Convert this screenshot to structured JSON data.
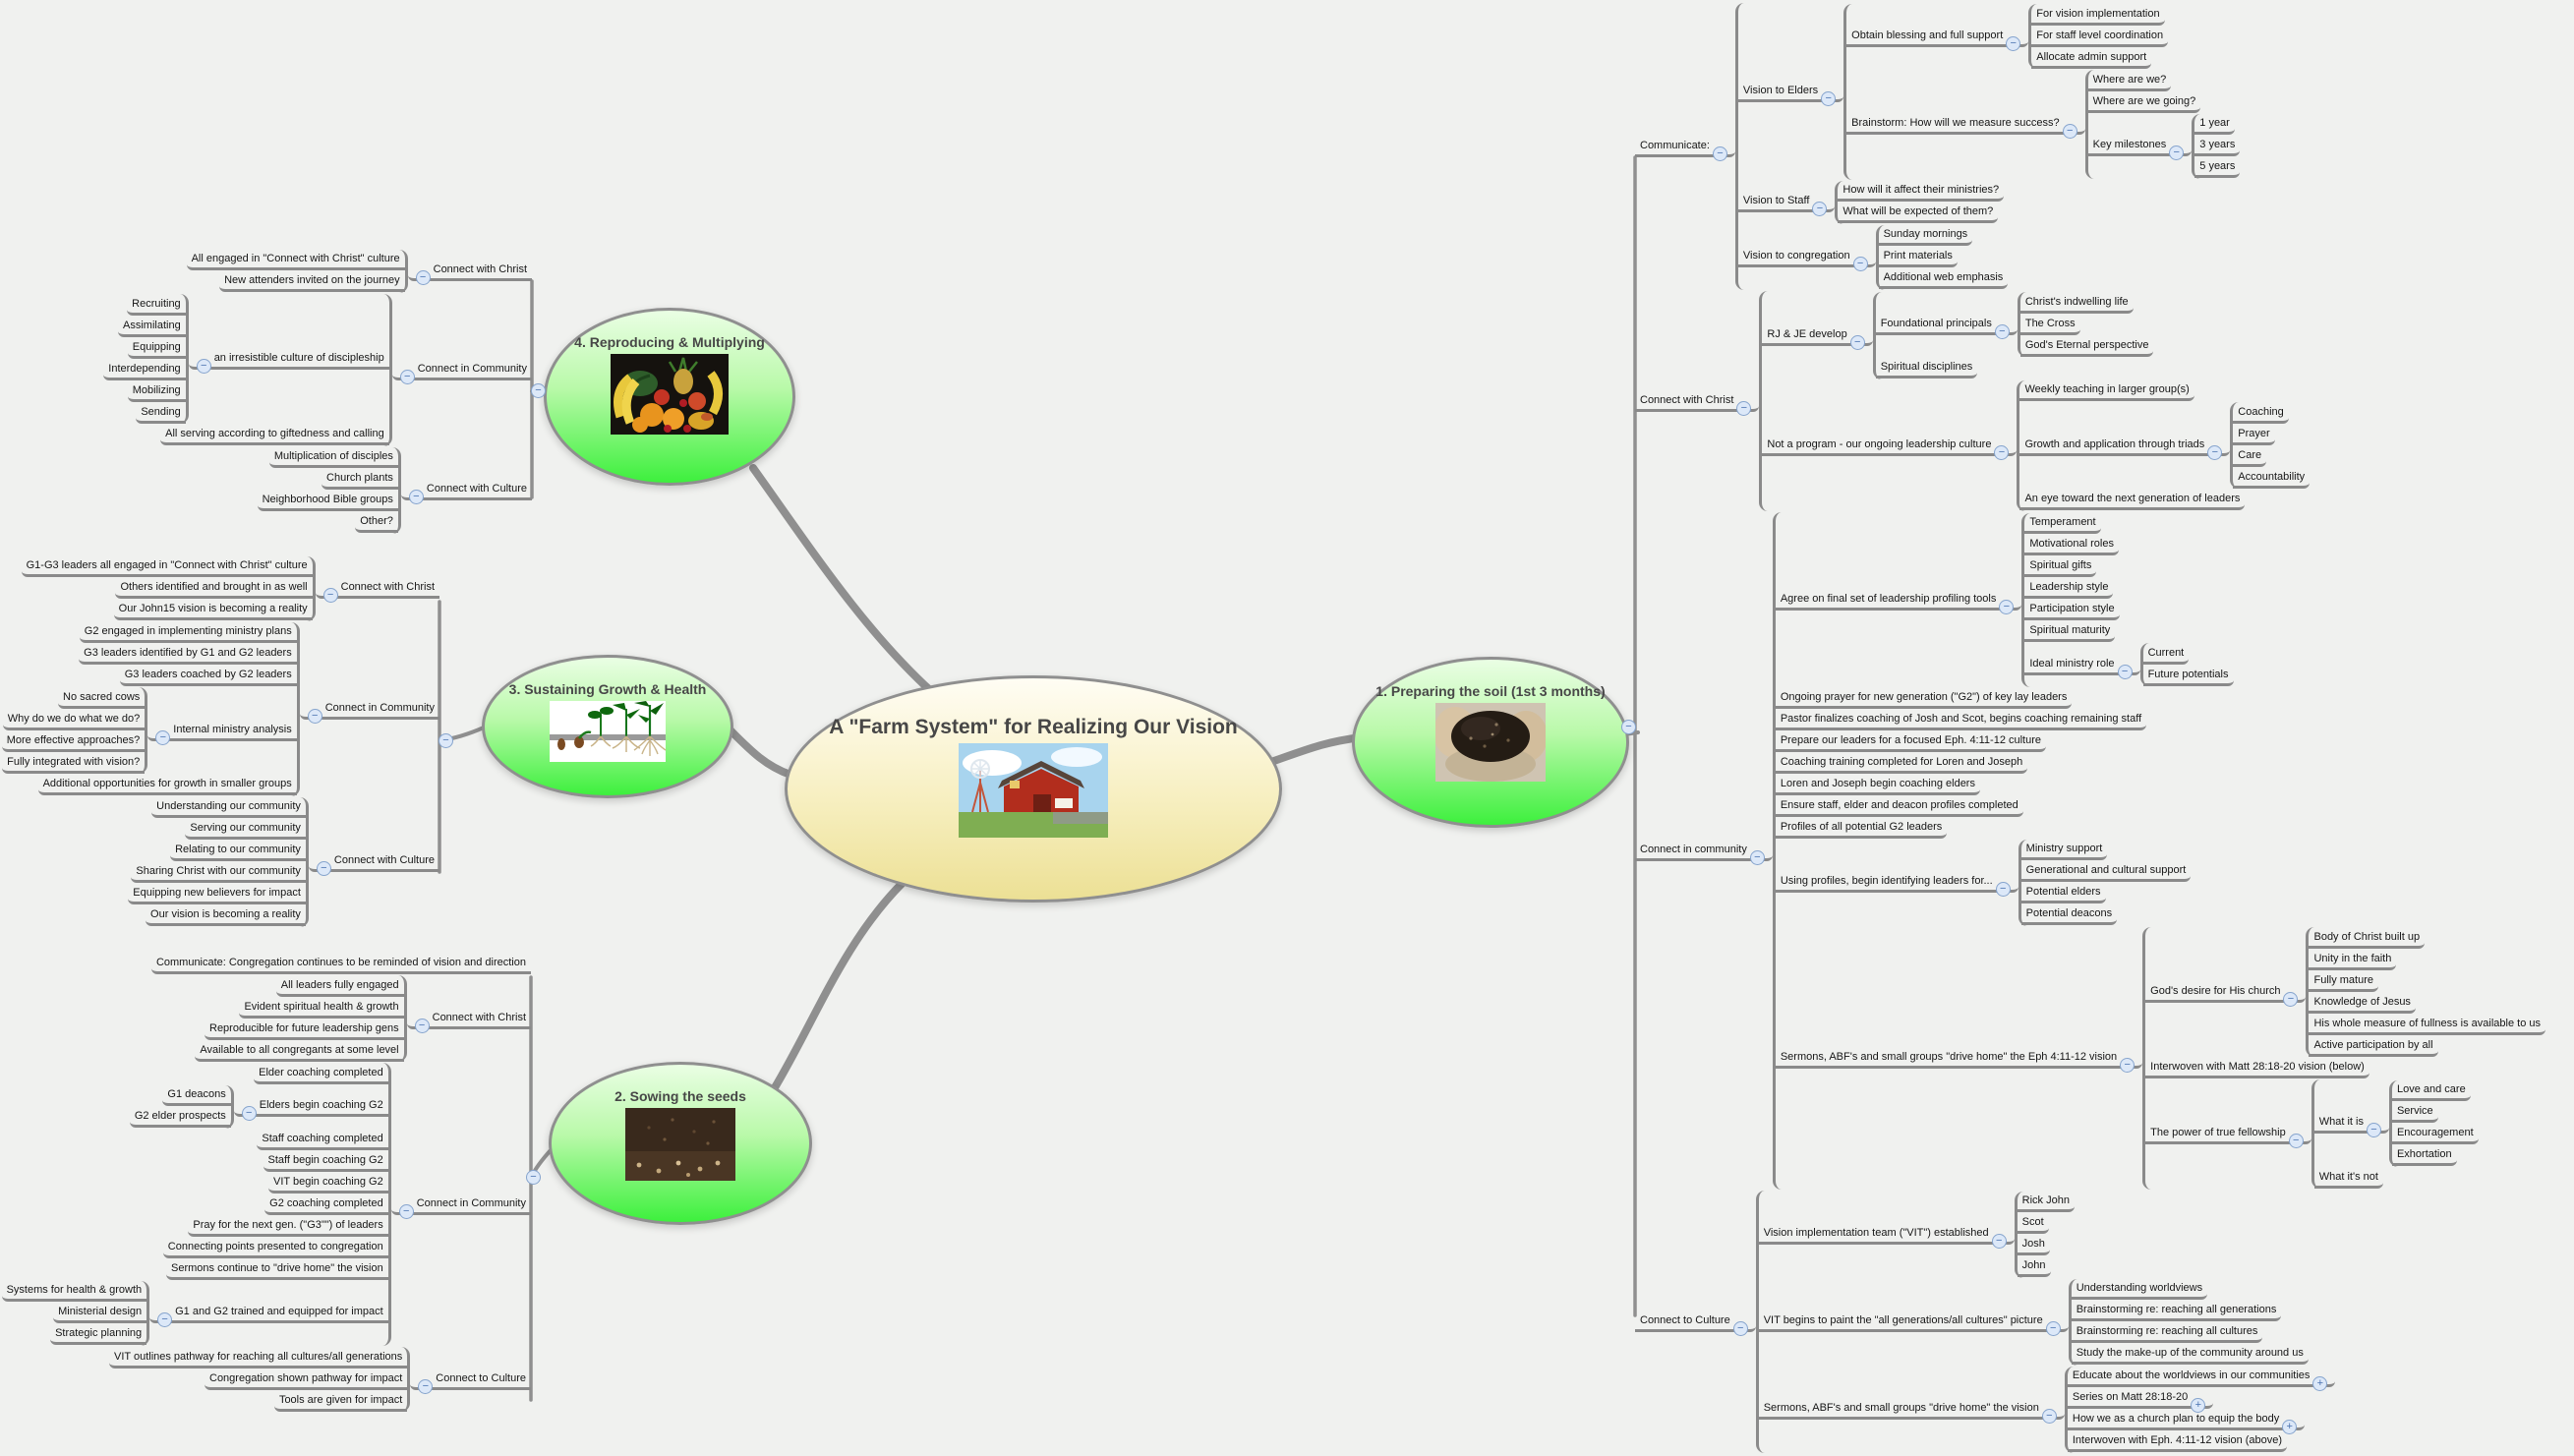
{
  "style": {
    "line_color": "#8a8a8a",
    "branch_fill_top": "#eafee4",
    "branch_fill_bottom": "#3df03d",
    "center_fill_top": "#fffdf4",
    "center_fill_bottom": "#ece095",
    "toggle_fill": "#dce8f8",
    "toggle_border": "#86a4cd",
    "background": "#f0f1ef"
  },
  "map": {
    "center": {
      "label": "A \"Farm System\" for Realizing Our Vision",
      "image": "barn-image"
    },
    "branches": [
      {
        "label": "1. Preparing the soil (1st 3 months)",
        "image": "soil-hands-image",
        "side": "right",
        "children": [
          {
            "t": "Communicate:",
            "g": "-",
            "c": [
              {
                "t": "Vision to Elders",
                "g": "-",
                "c": [
                  {
                    "t": "Obtain blessing and full support",
                    "g": "-",
                    "c": [
                      {
                        "t": "For vision implementation"
                      },
                      {
                        "t": "For staff level coordination"
                      },
                      {
                        "t": "Allocate admin support"
                      }
                    ]
                  },
                  {
                    "t": "Brainstorm: How will we measure success?",
                    "g": "-",
                    "c": [
                      {
                        "t": "Where are we?"
                      },
                      {
                        "t": "Where are we going?"
                      },
                      {
                        "t": "Key milestones",
                        "g": "-",
                        "c": [
                          {
                            "t": "1 year"
                          },
                          {
                            "t": "3 years"
                          },
                          {
                            "t": "5 years"
                          }
                        ]
                      }
                    ]
                  }
                ]
              },
              {
                "t": "Vision to Staff",
                "g": "-",
                "c": [
                  {
                    "t": "How will it affect their ministries?"
                  },
                  {
                    "t": "What will be expected of them?"
                  }
                ]
              },
              {
                "t": "Vision to congregation",
                "g": "-",
                "c": [
                  {
                    "t": "Sunday mornings"
                  },
                  {
                    "t": "Print materials"
                  },
                  {
                    "t": "Additional web emphasis"
                  }
                ]
              }
            ]
          },
          {
            "t": "Connect with Christ",
            "g": "-",
            "c": [
              {
                "t": "RJ & JE develop",
                "g": "-",
                "c": [
                  {
                    "t": "Foundational principals",
                    "g": "-",
                    "c": [
                      {
                        "t": "Christ's indwelling life"
                      },
                      {
                        "t": "The Cross"
                      },
                      {
                        "t": "God's Eternal perspective"
                      }
                    ]
                  },
                  {
                    "t": "Spiritual disciplines"
                  }
                ]
              },
              {
                "t": "Not a program - our ongoing leadership culture",
                "g": "-",
                "c": [
                  {
                    "t": "Weekly teaching in larger group(s)"
                  },
                  {
                    "t": "Growth and application through triads",
                    "g": "-",
                    "c": [
                      {
                        "t": "Coaching"
                      },
                      {
                        "t": "Prayer"
                      },
                      {
                        "t": "Care"
                      },
                      {
                        "t": "Accountability"
                      }
                    ]
                  },
                  {
                    "t": "An eye toward the next generation of leaders"
                  }
                ]
              }
            ]
          },
          {
            "t": "Connect in community",
            "g": "-",
            "c": [
              {
                "t": "Agree on final set of leadership profiling tools",
                "g": "-",
                "c": [
                  {
                    "t": "Temperament"
                  },
                  {
                    "t": "Motivational roles"
                  },
                  {
                    "t": "Spiritual gifts"
                  },
                  {
                    "t": "Leadership style"
                  },
                  {
                    "t": "Participation style"
                  },
                  {
                    "t": "Spiritual maturity"
                  },
                  {
                    "t": "Ideal ministry role",
                    "g": "-",
                    "c": [
                      {
                        "t": "Current"
                      },
                      {
                        "t": "Future potentials"
                      }
                    ]
                  }
                ]
              },
              {
                "t": "Ongoing prayer for new generation (\"G2\") of key lay leaders"
              },
              {
                "t": "Pastor finalizes coaching of Josh and Scot, begins coaching remaining staff"
              },
              {
                "t": "Prepare our leaders for a focused Eph. 4:11-12 culture"
              },
              {
                "t": "Coaching training completed for Loren and Joseph"
              },
              {
                "t": "Loren and Joseph begin coaching elders"
              },
              {
                "t": "Ensure staff, elder and deacon profiles completed"
              },
              {
                "t": "Profiles of all potential G2 leaders"
              },
              {
                "t": "Using profiles, begin identifying leaders for...",
                "g": "-",
                "c": [
                  {
                    "t": "Ministry support"
                  },
                  {
                    "t": "Generational and cultural support"
                  },
                  {
                    "t": "Potential elders"
                  },
                  {
                    "t": "Potential deacons"
                  }
                ]
              },
              {
                "t": "Sermons, ABF's and small groups \"drive home\" the Eph 4:11-12 vision",
                "g": "-",
                "c": [
                  {
                    "t": "God's desire for His church",
                    "g": "-",
                    "c": [
                      {
                        "t": "Body of Christ built up"
                      },
                      {
                        "t": "Unity in the faith"
                      },
                      {
                        "t": "Fully mature"
                      },
                      {
                        "t": "Knowledge of Jesus"
                      },
                      {
                        "t": "His whole measure of fullness is available to us"
                      },
                      {
                        "t": "Active participation by all"
                      }
                    ]
                  },
                  {
                    "t": "Interwoven with Matt 28:18-20 vision (below)"
                  },
                  {
                    "t": "The power of true fellowship",
                    "g": "-",
                    "c": [
                      {
                        "t": "What it is",
                        "g": "-",
                        "c": [
                          {
                            "t": "Love and care"
                          },
                          {
                            "t": "Service"
                          },
                          {
                            "t": "Encouragement"
                          },
                          {
                            "t": "Exhortation"
                          }
                        ]
                      },
                      {
                        "t": "What it's not"
                      }
                    ]
                  }
                ]
              }
            ]
          },
          {
            "t": "Connect to Culture",
            "g": "-",
            "c": [
              {
                "t": "Vision implementation team (\"VIT\") established",
                "g": "-",
                "c": [
                  {
                    "t": "Rick John"
                  },
                  {
                    "t": "Scot"
                  },
                  {
                    "t": "Josh"
                  },
                  {
                    "t": "John"
                  }
                ]
              },
              {
                "t": "VIT begins to paint the \"all generations/all cultures\" picture",
                "g": "-",
                "c": [
                  {
                    "t": "Understanding worldviews"
                  },
                  {
                    "t": "Brainstorming re: reaching all generations"
                  },
                  {
                    "t": "Brainstorming re: reaching all cultures"
                  },
                  {
                    "t": "Study the make-up of the community around us"
                  }
                ]
              },
              {
                "t": "Sermons, ABF's and small groups \"drive home\" the vision",
                "g": "-",
                "c": [
                  {
                    "t": "Educate about the worldviews in our communities",
                    "g": "+"
                  },
                  {
                    "t": "Series on Matt 28:18-20",
                    "g": "+"
                  },
                  {
                    "t": "How we as a church plan to equip the body",
                    "g": "+"
                  },
                  {
                    "t": "Interwoven with Eph. 4:11-12 vision (above)"
                  }
                ]
              }
            ]
          }
        ]
      },
      {
        "label": "2. Sowing the seeds",
        "image": "seeds-image",
        "side": "left",
        "children": [
          {
            "t": "Communicate: Congregation continues to be reminded of vision and direction"
          },
          {
            "t": "Connect with Christ",
            "g": "-",
            "c": [
              {
                "t": "All leaders fully engaged"
              },
              {
                "t": "Evident spiritual health & growth"
              },
              {
                "t": "Reproducible for future leadership gens"
              },
              {
                "t": "Available to all congregants at some level"
              }
            ]
          },
          {
            "t": "Connect in Community",
            "g": "-",
            "c": [
              {
                "t": "Elder coaching completed"
              },
              {
                "t": "Elders begin coaching G2",
                "g": "-",
                "c": [
                  {
                    "t": "G1 deacons"
                  },
                  {
                    "t": "G2 elder prospects"
                  }
                ]
              },
              {
                "t": "Staff coaching completed"
              },
              {
                "t": "Staff begin coaching G2"
              },
              {
                "t": "VIT begin coaching G2"
              },
              {
                "t": "G2 coaching completed"
              },
              {
                "t": "Pray for the next gen. (\"G3\"\") of leaders"
              },
              {
                "t": "Connecting points presented to congregation"
              },
              {
                "t": "Sermons continue to \"drive home\" the vision"
              },
              {
                "t": "G1 and G2 trained and equipped for impact",
                "g": "-",
                "c": [
                  {
                    "t": "Systems for health & growth"
                  },
                  {
                    "t": "Ministerial design"
                  },
                  {
                    "t": "Strategic planning"
                  }
                ]
              }
            ]
          },
          {
            "t": "Connect to Culture",
            "g": "-",
            "c": [
              {
                "t": "VIT outlines pathway for reaching all cultures/all generations"
              },
              {
                "t": "Congregation shown pathway for impact"
              },
              {
                "t": "Tools are given for impact"
              }
            ]
          }
        ]
      },
      {
        "label": "3. Sustaining Growth & Health",
        "image": "seedling-stages-image",
        "side": "left",
        "children": [
          {
            "t": "Connect with Christ",
            "g": "-",
            "c": [
              {
                "t": "G1-G3 leaders all engaged in \"Connect with Christ\" culture"
              },
              {
                "t": "Others identified and brought in as well"
              },
              {
                "t": "Our John15 vision is becoming a reality"
              }
            ]
          },
          {
            "t": "Connect in Community",
            "g": "-",
            "c": [
              {
                "t": "G2 engaged in implementing ministry plans"
              },
              {
                "t": "G3 leaders identified by G1 and G2 leaders"
              },
              {
                "t": "G3 leaders coached by G2 leaders"
              },
              {
                "t": "Internal ministry analysis",
                "g": "-",
                "c": [
                  {
                    "t": "No sacred cows"
                  },
                  {
                    "t": "Why do we do what we do?"
                  },
                  {
                    "t": "More effective approaches?"
                  },
                  {
                    "t": "Fully integrated with vision?"
                  }
                ]
              },
              {
                "t": "Additional opportunities for growth in smaller groups"
              }
            ]
          },
          {
            "t": "Connect with Culture",
            "g": "-",
            "c": [
              {
                "t": "Understanding our community"
              },
              {
                "t": "Serving our community"
              },
              {
                "t": "Relating to our community"
              },
              {
                "t": "Sharing Christ with our community"
              },
              {
                "t": "Equipping new believers for impact"
              },
              {
                "t": "Our vision is becoming a reality"
              }
            ]
          }
        ]
      },
      {
        "label": "4. Reproducing & Multiplying",
        "image": "fruit-image",
        "side": "left",
        "children": [
          {
            "t": "Connect with Christ",
            "g": "-",
            "c": [
              {
                "t": "All engaged in \"Connect with Christ\" culture"
              },
              {
                "t": "New attenders invited on the journey"
              }
            ]
          },
          {
            "t": "Connect in Community",
            "g": "-",
            "c": [
              {
                "t": "an irresistible culture of discipleship",
                "g": "-",
                "c": [
                  {
                    "t": "Recruiting"
                  },
                  {
                    "t": "Assimilating"
                  },
                  {
                    "t": "Equipping"
                  },
                  {
                    "t": "Interdepending"
                  },
                  {
                    "t": "Mobilizing"
                  },
                  {
                    "t": "Sending"
                  }
                ]
              },
              {
                "t": "All serving according to giftedness and calling"
              }
            ]
          },
          {
            "t": "Connect with Culture",
            "g": "-",
            "c": [
              {
                "t": "Multiplication of disciples"
              },
              {
                "t": "Church plants"
              },
              {
                "t": "Neighborhood Bible groups"
              },
              {
                "t": "Other?"
              }
            ]
          }
        ]
      }
    ]
  }
}
